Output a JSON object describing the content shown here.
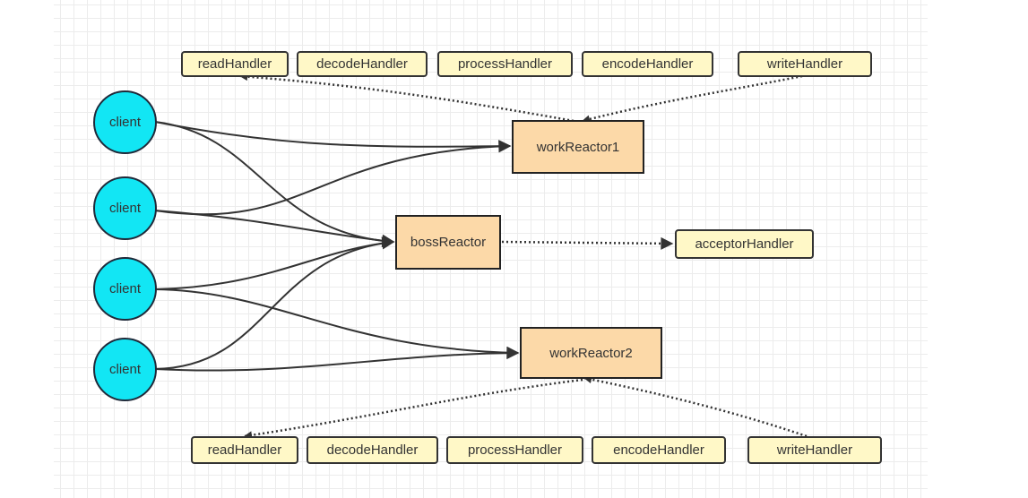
{
  "colors": {
    "client_fill": "#12e6f4",
    "reactor_fill": "#fcd9a8",
    "handler_fill": "#fff8c7",
    "line": "#333333"
  },
  "top_handlers": [
    "readHandler",
    "decodeHandler",
    "processHandler",
    "encodeHandler",
    "writeHandler"
  ],
  "bottom_handlers": [
    "readHandler",
    "decodeHandler",
    "processHandler",
    "encodeHandler",
    "writeHandler"
  ],
  "clients": [
    "client",
    "client",
    "client",
    "client"
  ],
  "reactors": {
    "boss": "bossReactor",
    "work1": "workReactor1",
    "work2": "workReactor2"
  },
  "acceptor": "acceptorHandler",
  "connections": [
    {
      "from": "client 1",
      "to": "workReactor1",
      "style": "solid"
    },
    {
      "from": "client 1",
      "to": "bossReactor",
      "style": "solid"
    },
    {
      "from": "client 2",
      "to": "workReactor1",
      "style": "solid"
    },
    {
      "from": "client 2",
      "to": "bossReactor",
      "style": "solid"
    },
    {
      "from": "client 3",
      "to": "bossReactor",
      "style": "solid"
    },
    {
      "from": "client 3",
      "to": "workReactor2",
      "style": "solid"
    },
    {
      "from": "client 4",
      "to": "bossReactor",
      "style": "solid"
    },
    {
      "from": "client 4",
      "to": "workReactor2",
      "style": "solid"
    },
    {
      "from": "bossReactor",
      "to": "acceptorHandler",
      "style": "dotted"
    },
    {
      "from": "workReactor1",
      "to": "readHandler",
      "style": "dotted"
    },
    {
      "from": "writeHandler",
      "to": "workReactor1",
      "style": "dotted"
    },
    {
      "from": "workReactor2",
      "to": "readHandler",
      "style": "dotted"
    },
    {
      "from": "writeHandler",
      "to": "workReactor2",
      "style": "dotted"
    }
  ]
}
